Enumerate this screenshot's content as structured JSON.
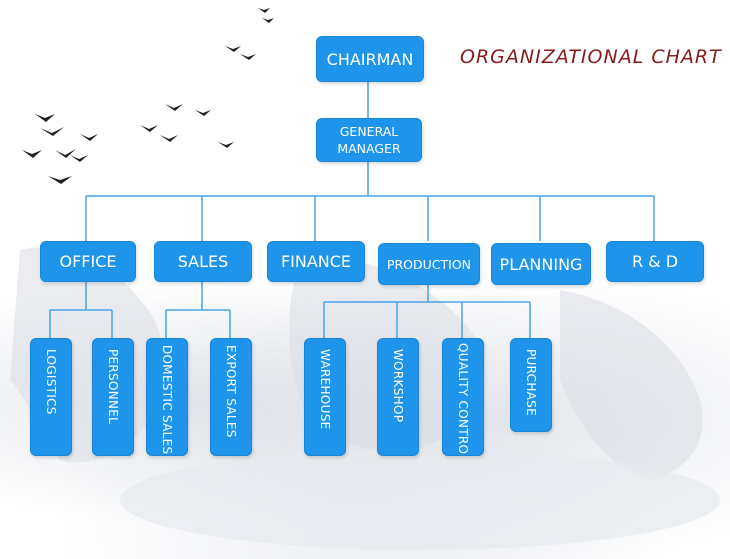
{
  "title": "ORGANIZATIONAL CHART",
  "colors": {
    "box": "#1e95ea",
    "line": "#4aa3e8",
    "title": "#8b1a1a"
  },
  "nodes": {
    "chairman": "CHAIRMAN",
    "general_manager": "GENERAL MANAGER",
    "office": "OFFICE",
    "sales": "SALES",
    "finance": "FINANCE",
    "production": "PRODUCTION",
    "planning": "PLANNING",
    "rnd": "R & D",
    "logistics": "LOGISTICS",
    "personnel": "PERSONNEL",
    "domestic_sales": "DOMESTIC SALES",
    "export_sales": "EXPORT SALES",
    "warehouse": "WAREHOUSE",
    "workshop": "WORKSHOP",
    "quality_control": "QUALITY CONTRO",
    "purchase": "PURCHASE"
  },
  "edges": [
    [
      "chairman",
      "general_manager"
    ],
    [
      "general_manager",
      "office"
    ],
    [
      "general_manager",
      "sales"
    ],
    [
      "general_manager",
      "finance"
    ],
    [
      "general_manager",
      "production"
    ],
    [
      "general_manager",
      "planning"
    ],
    [
      "general_manager",
      "rnd"
    ],
    [
      "office",
      "logistics"
    ],
    [
      "office",
      "personnel"
    ],
    [
      "sales",
      "domestic_sales"
    ],
    [
      "sales",
      "export_sales"
    ],
    [
      "production",
      "warehouse"
    ],
    [
      "production",
      "workshop"
    ],
    [
      "production",
      "quality_control"
    ],
    [
      "production",
      "purchase"
    ]
  ]
}
